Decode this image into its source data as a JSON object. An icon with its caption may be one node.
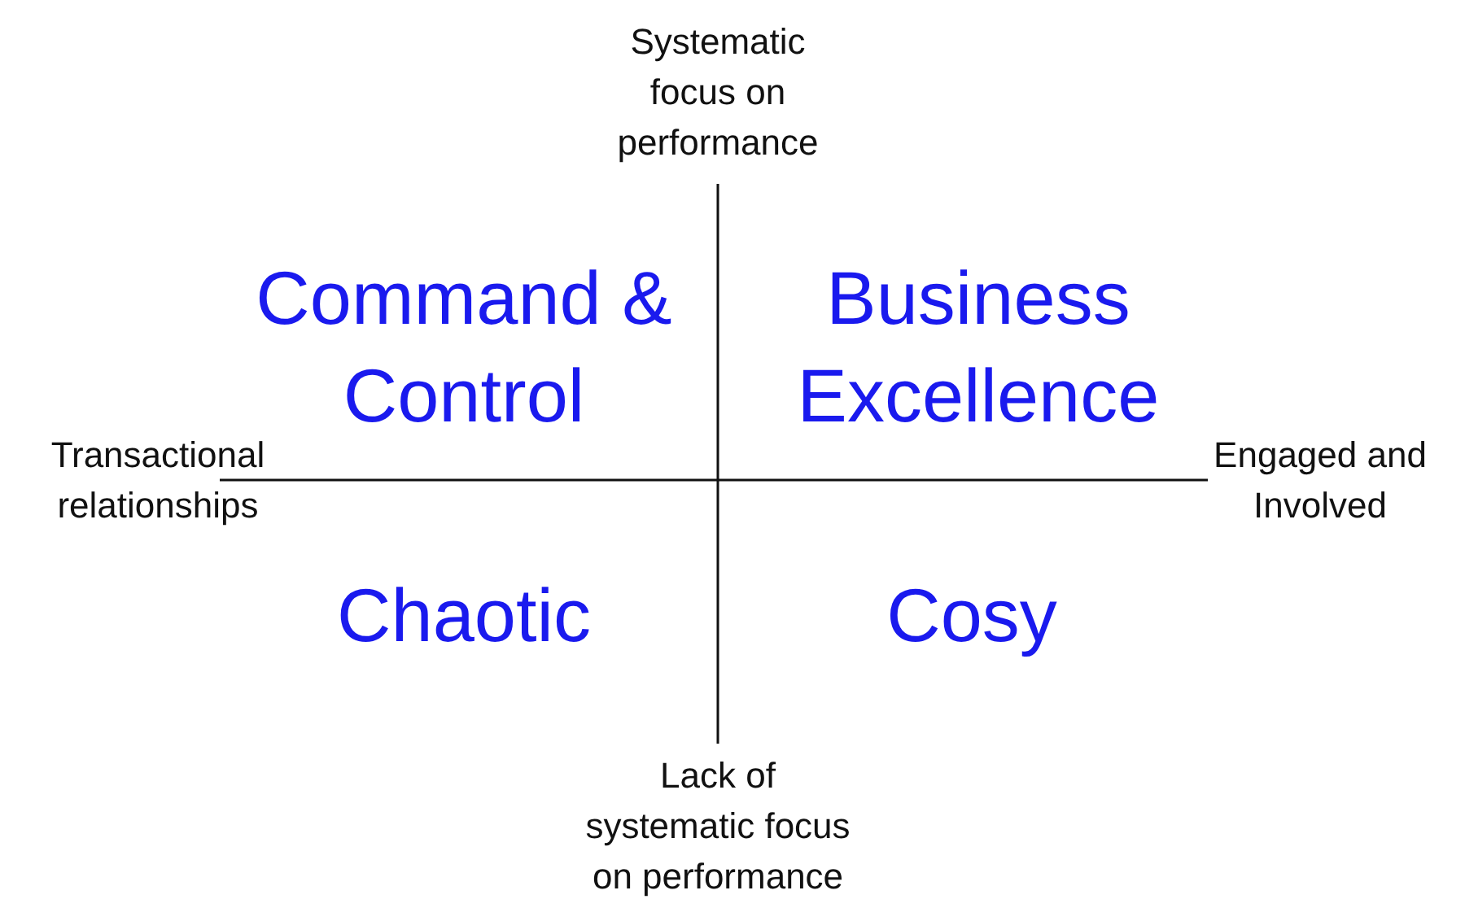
{
  "diagram": {
    "labels": [
      "Systematic focus on performance",
      "Command & Control",
      "Business Excellence",
      "Transactional relationships",
      "Engaged and Involved",
      "Chaotic",
      "Cosy",
      "Lack of systematic focus on performance"
    ]
  }
}
